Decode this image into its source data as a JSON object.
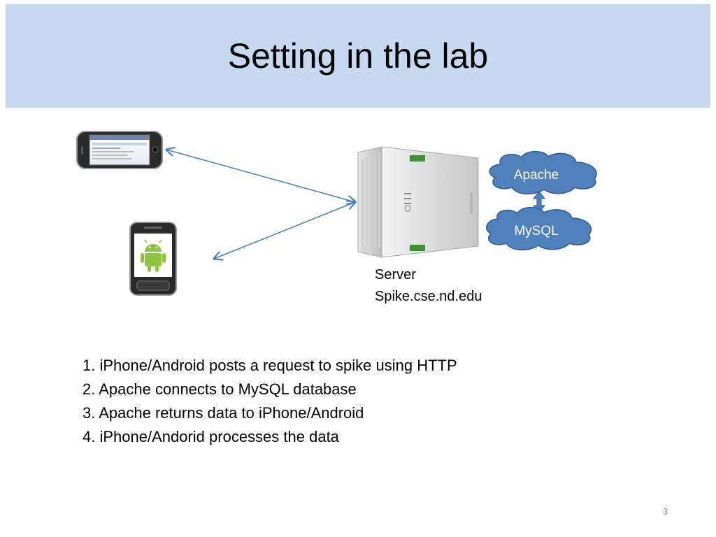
{
  "slide": {
    "title": "Setting in the lab",
    "page_number": "3"
  },
  "diagram": {
    "clouds": {
      "apache": "Apache",
      "mysql": "MySQL"
    },
    "server": {
      "label": "Server",
      "hostname": "Spike.cse.nd.edu"
    },
    "colors": {
      "title_band": "#c6d9f0",
      "cloud_fill": "#4f81bd",
      "cloud_stroke": "#2e5a92",
      "connector": "#4a7ebb",
      "android_green": "#8cc63e"
    }
  },
  "steps": [
    "1. iPhone/Android posts a request to spike using HTTP",
    "2. Apache connects to MySQL database",
    "3. Apache returns data to iPhone/Android",
    "4. iPhone/Andorid processes the data"
  ]
}
